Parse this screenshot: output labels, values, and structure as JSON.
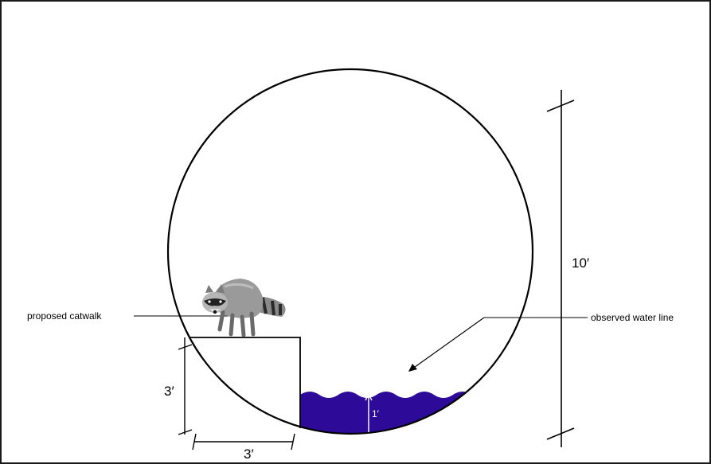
{
  "labels": {
    "catwalk": "proposed catwalk",
    "water_line": "observed water line",
    "diameter": "10′",
    "catwalk_height": "3′",
    "catwalk_width": "3′",
    "water_depth": "1′"
  },
  "colors": {
    "water": "#2e0a99",
    "stroke": "#000000",
    "frame": "#1a1a1a"
  },
  "icons": {
    "animal": "raccoon-icon"
  }
}
